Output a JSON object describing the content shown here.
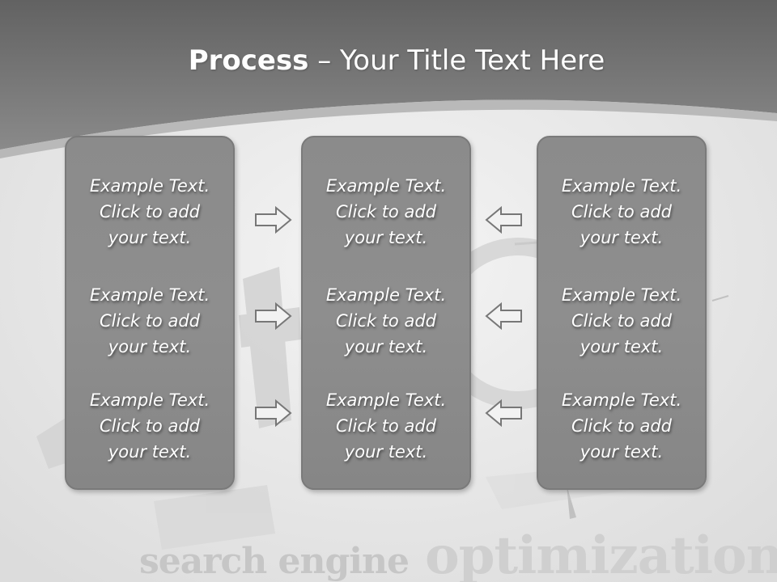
{
  "title": {
    "bold": "Process",
    "rest": " – Your Title Text Here"
  },
  "colors": {
    "banner": "#6f6f6f",
    "panel": "#8c8c8c",
    "panel_border": "#7a7a7a",
    "text": "#ffffff"
  },
  "background_text": {
    "word1": "search engine",
    "word2": "optimization"
  },
  "panels": {
    "left": [
      "Example Text.\nClick  to add\nyour text.",
      "Example Text.\nClick  to add\nyour text.",
      "Example Text.\nClick  to add\nyour text."
    ],
    "middle": [
      "Example Text.\nClick  to add\nyour text.",
      "Example Text.\nClick  to add\nyour text.",
      "Example Text.\nClick  to add\nyour text."
    ],
    "right": [
      "Example Text.\nClick  to add\nyour text.",
      "Example Text.\nClick  to add\nyour text.",
      "Example Text.\nClick  to add\nyour text."
    ]
  },
  "arrows": {
    "left_to_middle": "arrow-right-icon",
    "right_to_middle": "arrow-left-icon"
  }
}
